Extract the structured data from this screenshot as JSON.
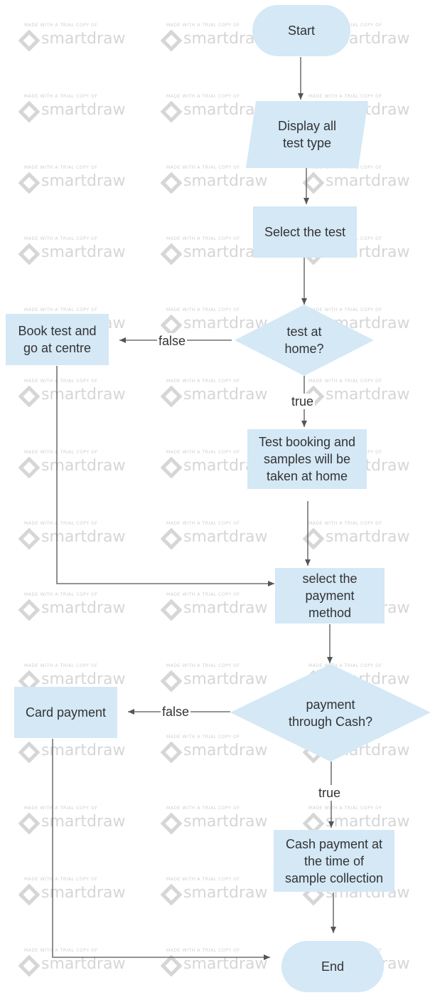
{
  "watermark": {
    "line1": "MADE WITH A TRIAL COPY OF",
    "brand": "smartdraw"
  },
  "nodes": {
    "start": "Start",
    "display": "Display all\ntest type",
    "select_test": "Select the test",
    "decision_home": "test at\nhome?",
    "book_centre": "Book test and\ngo at centre",
    "home_booking": "Test booking and\nsamples will be\ntaken at home",
    "payment_method": "select the\npayment\nmethod",
    "decision_cash": "payment\nthrough Cash?",
    "card_payment": "Card payment",
    "cash_payment": "Cash payment at\nthe time of\nsample collection",
    "end": "End"
  },
  "edges": {
    "home_false": "false",
    "home_true": "true",
    "cash_false": "false",
    "cash_true": "true"
  },
  "colors": {
    "node_fill": "#d4e8f6",
    "line": "#555555",
    "text": "#333333",
    "watermark": "#d6d6d6"
  }
}
